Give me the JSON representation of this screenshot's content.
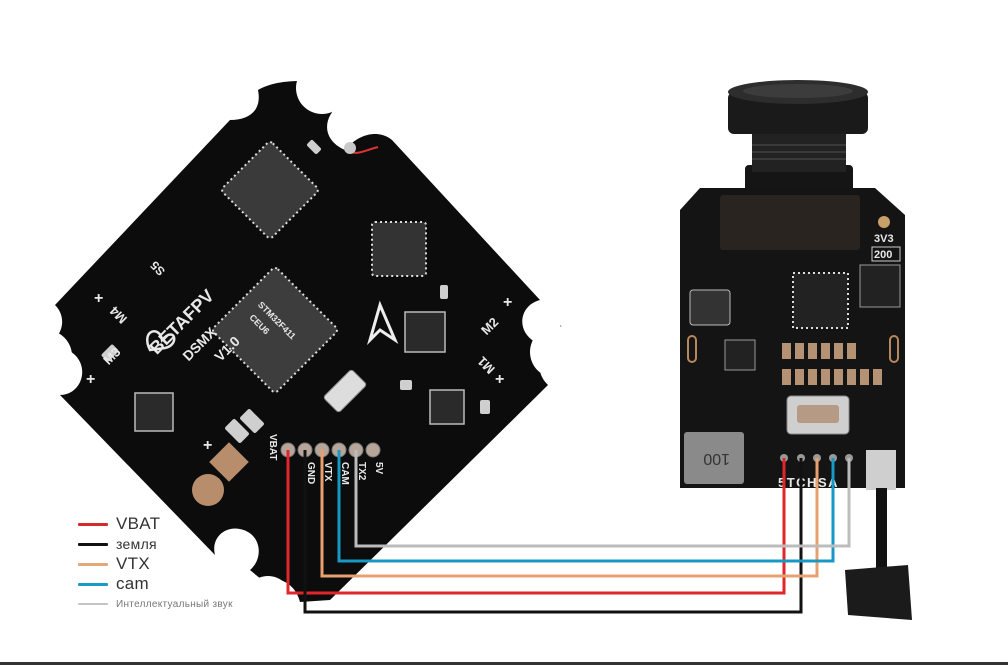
{
  "diagram": {
    "title": "Flight controller to camera/VTX wiring",
    "flight_controller": {
      "brand": "BETAFPV",
      "model": "DSMX",
      "version": "V1.0",
      "motor_labels": [
        "M1",
        "M2",
        "M3",
        "M4"
      ],
      "plus_sign": "+",
      "other_labels": [
        "S5"
      ],
      "pads": [
        "VBAT",
        "GND",
        "VTX",
        "CAM",
        "TX2",
        "5V"
      ]
    },
    "camera_vtx": {
      "silk_labels": [
        "3V3",
        "200"
      ],
      "inductor_label": "100",
      "pad_label": "5TCHSA"
    },
    "wires": [
      {
        "name": "vbat",
        "color": "#e0262a"
      },
      {
        "name": "ground",
        "color": "#111111"
      },
      {
        "name": "vtx",
        "color": "#e8a16e"
      },
      {
        "name": "cam",
        "color": "#1798c5"
      },
      {
        "name": "smart-audio",
        "color": "#bcbcbc"
      }
    ]
  },
  "legend": [
    {
      "label": "VBAT",
      "color": "#d42a2a"
    },
    {
      "label": "земля",
      "color": "#111111"
    },
    {
      "label": "VTX",
      "color": "#e3a77a"
    },
    {
      "label": "cam",
      "color": "#1a9bc4"
    },
    {
      "label": "Интеллектуальный звук",
      "color": "#c4c4c4"
    }
  ]
}
